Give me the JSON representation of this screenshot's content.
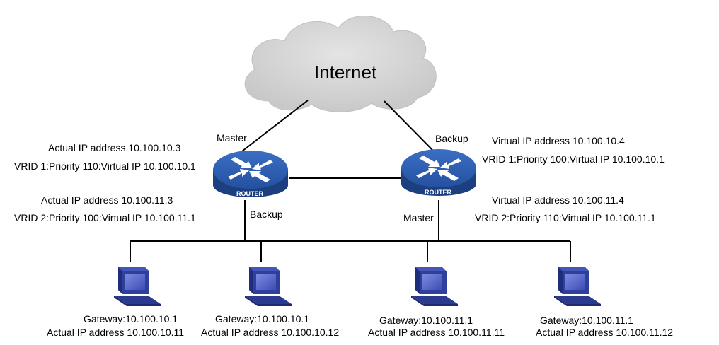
{
  "cloud": {
    "label": "Internet"
  },
  "router_badge": "ROUTER",
  "left_router": {
    "role_top": "Master",
    "role_bottom": "Backup",
    "ip1": "Actual IP address 10.100.10.3",
    "vrid1": "VRID 1:Priority 110:Virtual IP  10.100.10.1",
    "ip2": "Actual IP address 10.100.11.3",
    "vrid2": "VRID 2:Priority 100:Virtual IP  10.100.11.1"
  },
  "right_router": {
    "role_top": "Backup",
    "role_bottom": "Master",
    "ip1": "Virtual IP address 10.100.10.4",
    "vrid1": "VRID 1:Priority 100:Virtual IP  10.100.10.1",
    "ip2": "Virtual IP address 10.100.11.4",
    "vrid2": "VRID 2:Priority 110:Virtual IP  10.100.11.1"
  },
  "hosts": [
    {
      "gateway": "Gateway:10.100.10.1",
      "ip": "Actual IP address 10.100.10.11"
    },
    {
      "gateway": "Gateway:10.100.10.1",
      "ip": "Actual IP address 10.100.10.12"
    },
    {
      "gateway": "Gateway:10.100.11.1",
      "ip": "Actual IP address 10.100.11.11"
    },
    {
      "gateway": "Gateway:10.100.11.1",
      "ip": "Actual IP address 10.100.11.12"
    }
  ],
  "colors": {
    "cloud": "#d3d3d3",
    "router_body": "#2b59a7",
    "router_side": "#1c3f80",
    "pc_body": "#2e3f9c",
    "pc_screen": "#5a6ad0",
    "line": "#000000"
  }
}
